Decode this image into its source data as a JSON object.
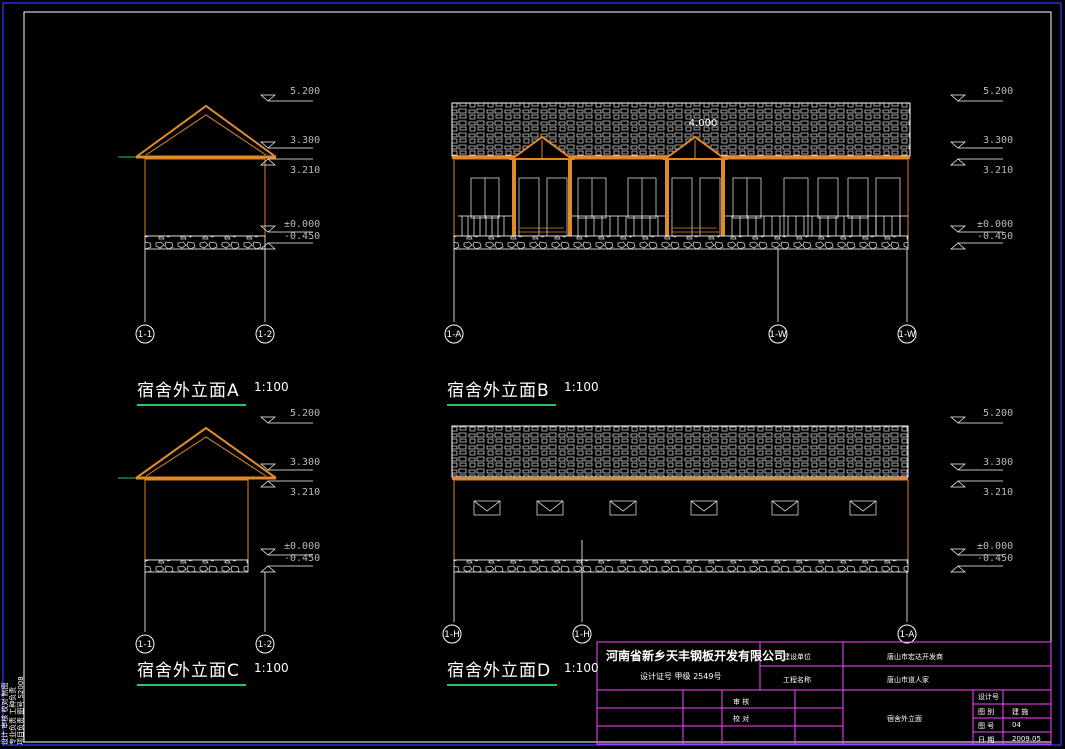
{
  "titles": {
    "a": "宿舍外立面A",
    "b": "宿舍外立面B",
    "c": "宿舍外立面C",
    "d": "宿舍外立面D",
    "scale": "1:100"
  },
  "levels": {
    "top": "5.200",
    "eave": "3.300",
    "ceil": "3.210",
    "zero": "±0.000",
    "ground": "-0.450"
  },
  "ridge_label": "4.000",
  "axes": {
    "a_left": "1-1",
    "a_right": "1-2",
    "b_left": "1-A",
    "b_mid": "1-W",
    "b_right": "1-W",
    "c_left": "1-1",
    "c_right": "1-2",
    "d_left": "1-H",
    "d_mid": "1-H",
    "d_right": "1-A"
  },
  "title_block": {
    "company": "河南省新乡天丰钢板开发有限公司",
    "client_label": "建设单位",
    "client_value": "唐山市宏达开发商",
    "project_label": "工程名称",
    "project_value": "唐山市道人家",
    "design_info": "设计证号 甲级  2549号",
    "review": "审 核",
    "check": "校 对",
    "drawing_name": "宿舍外立面",
    "design_no": "设计号",
    "category_label": "图 别",
    "category_value": "建 施",
    "number_label": "图 号",
    "number_value": "04",
    "date_label": "日 期",
    "date_value": "2009.05"
  },
  "side_notes": [
    "设计 审核 校对 制图",
    "专业负责 工种负责",
    "项目负责 图号 S2008"
  ],
  "colors": {
    "roof": "#e08a2c",
    "wall": "#e07f1e",
    "line": "#ffffff",
    "frame": "#ff44ff",
    "accent": "#22c55e"
  }
}
